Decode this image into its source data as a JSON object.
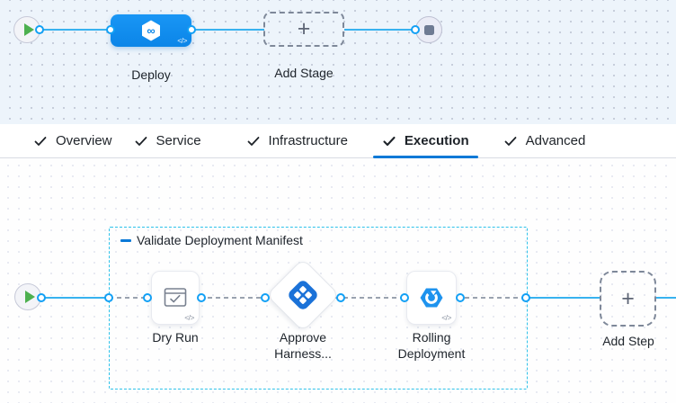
{
  "colors": {
    "stage_node_blue": "#0d8eef",
    "connector_cyan": "#38b2ef",
    "port_border_blue": "#12a0f5",
    "step_group_border": "#2ec2ea",
    "active_tab_underline": "#0a79d7",
    "play_green": "#4db04f",
    "dashed_connector_gray": "#9aa2af",
    "canvas_top_bg": "#edf4fb"
  },
  "icons": {
    "code": "</>",
    "plus": "+",
    "harness_infinity": "∞"
  },
  "stage_canvas": {
    "stage_label": "Deploy",
    "add_stage_label": "Add Stage"
  },
  "tabs": [
    {
      "label": "Overview",
      "checked": true,
      "active": false
    },
    {
      "label": "Service",
      "checked": true,
      "active": false
    },
    {
      "label": "Infrastructure",
      "checked": true,
      "active": false
    },
    {
      "label": "Execution",
      "checked": true,
      "active": true
    },
    {
      "label": "Advanced",
      "checked": true,
      "active": false
    }
  ],
  "execution_canvas": {
    "step_group_title": "Validate Deployment Manifest",
    "steps": [
      {
        "name": "dry-run",
        "label_line1": "Dry Run",
        "label_line2": ""
      },
      {
        "name": "harness-approval",
        "label_line1": "Approve",
        "label_line2": "Harness..."
      },
      {
        "name": "rolling-deployment",
        "label_line1": "Rolling",
        "label_line2": "Deployment"
      }
    ],
    "add_step_label": "Add Step"
  }
}
